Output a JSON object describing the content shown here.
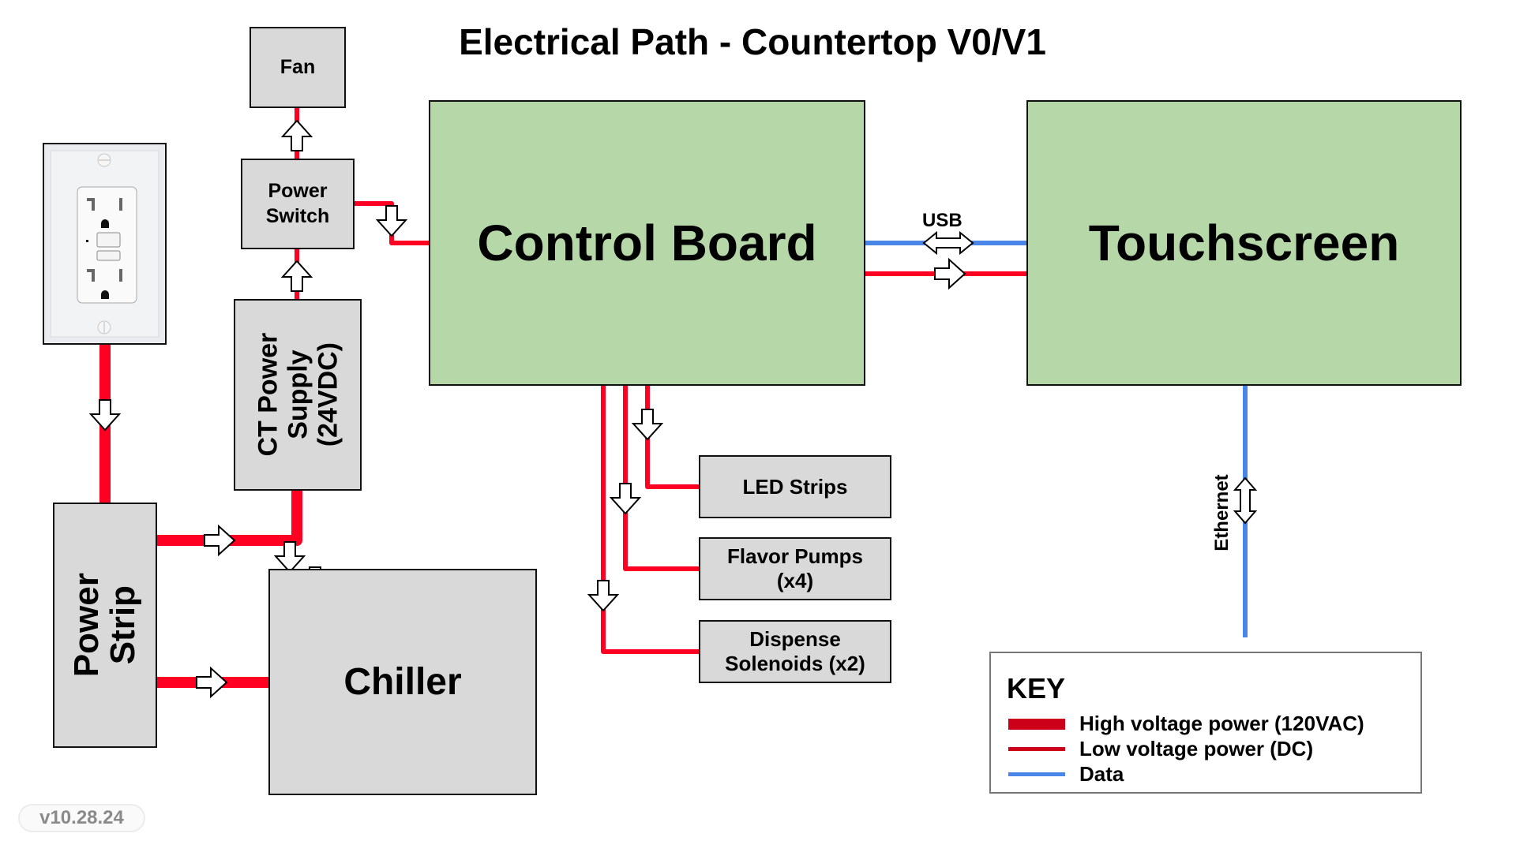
{
  "title": "Electrical Path - Countertop V0/V1",
  "components": {
    "fan": "Fan",
    "power_switch": [
      "Power",
      "Switch"
    ],
    "ct_power_supply": [
      "CT Power",
      "Supply",
      "(24VDC)"
    ],
    "power_strip": [
      "Power",
      "Strip"
    ],
    "chiller": "Chiller",
    "control_board": "Control Board",
    "touchscreen": "Touchscreen",
    "led_strips": "LED Strips",
    "flavor_pumps": [
      "Flavor Pumps",
      "(x4)"
    ],
    "dispense_solenoids": [
      "Dispense",
      "Solenoids (x2)"
    ],
    "wall_outlet": "wall-outlet-icon"
  },
  "connections": {
    "usb_label": "USB",
    "ethernet_label": "Ethernet"
  },
  "key": {
    "title": "KEY",
    "items": [
      {
        "label": "High voltage power (120VAC)",
        "color": "#cc0018",
        "weight": "thick"
      },
      {
        "label": "Low voltage power (DC)",
        "color": "#cc0018",
        "weight": "thin"
      },
      {
        "label": "Data",
        "color": "#4a86e8",
        "weight": "thin"
      }
    ]
  },
  "colors": {
    "wire_power": "#ff0022",
    "wire_data": "#4a86e8",
    "box_green": "#b6d7a8",
    "box_gray": "#d9d9d9"
  },
  "version": "v10.28.24"
}
